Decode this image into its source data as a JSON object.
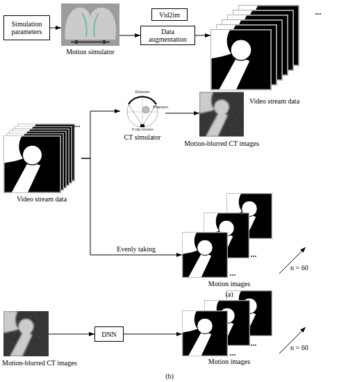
{
  "diagram": {
    "nodes": [
      {
        "text": [
          "Simulation parameters"
        ]
      },
      {
        "text": [
          "Motion simulator"
        ]
      },
      {
        "text": [
          "Vid2im"
        ]
      },
      {
        "text": [
          "Data augmentation"
        ]
      },
      {
        "text": [
          "Video stream data"
        ]
      },
      {
        "text": [
          "Video stream data"
        ]
      },
      {
        "text": [
          "CT simulator"
        ]
      },
      {
        "text": [
          "Motion-blurred CT images"
        ]
      },
      {
        "text": [
          "Motion images"
        ]
      },
      {
        "text": [
          "Motion-blurred CT images"
        ]
      },
      {
        "text": [
          "DNN"
        ]
      },
      {
        "text": [
          "Motion images"
        ]
      }
    ],
    "edges": [
      {
        "from": 0,
        "to": 1,
        "arrow": "to"
      },
      {
        "from": 1,
        "to": 3,
        "arrow": "to"
      },
      {
        "from": 3,
        "to": 4,
        "arrow": "to"
      },
      {
        "from": 5,
        "to": 6,
        "arrow": "to"
      },
      {
        "from": 5,
        "to": 8,
        "label": "Evenly taking",
        "arrow": "to"
      },
      {
        "from": 6,
        "to": 7,
        "arrow": "to"
      },
      {
        "from": 9,
        "to": 10,
        "arrow": "to"
      },
      {
        "from": 10,
        "to": 11,
        "arrow": "to"
      }
    ],
    "labels": [
      "Detector",
      "Phantom",
      "X-ray source",
      "n = 60",
      "n = 60",
      "(a)",
      "(b)"
    ]
  }
}
